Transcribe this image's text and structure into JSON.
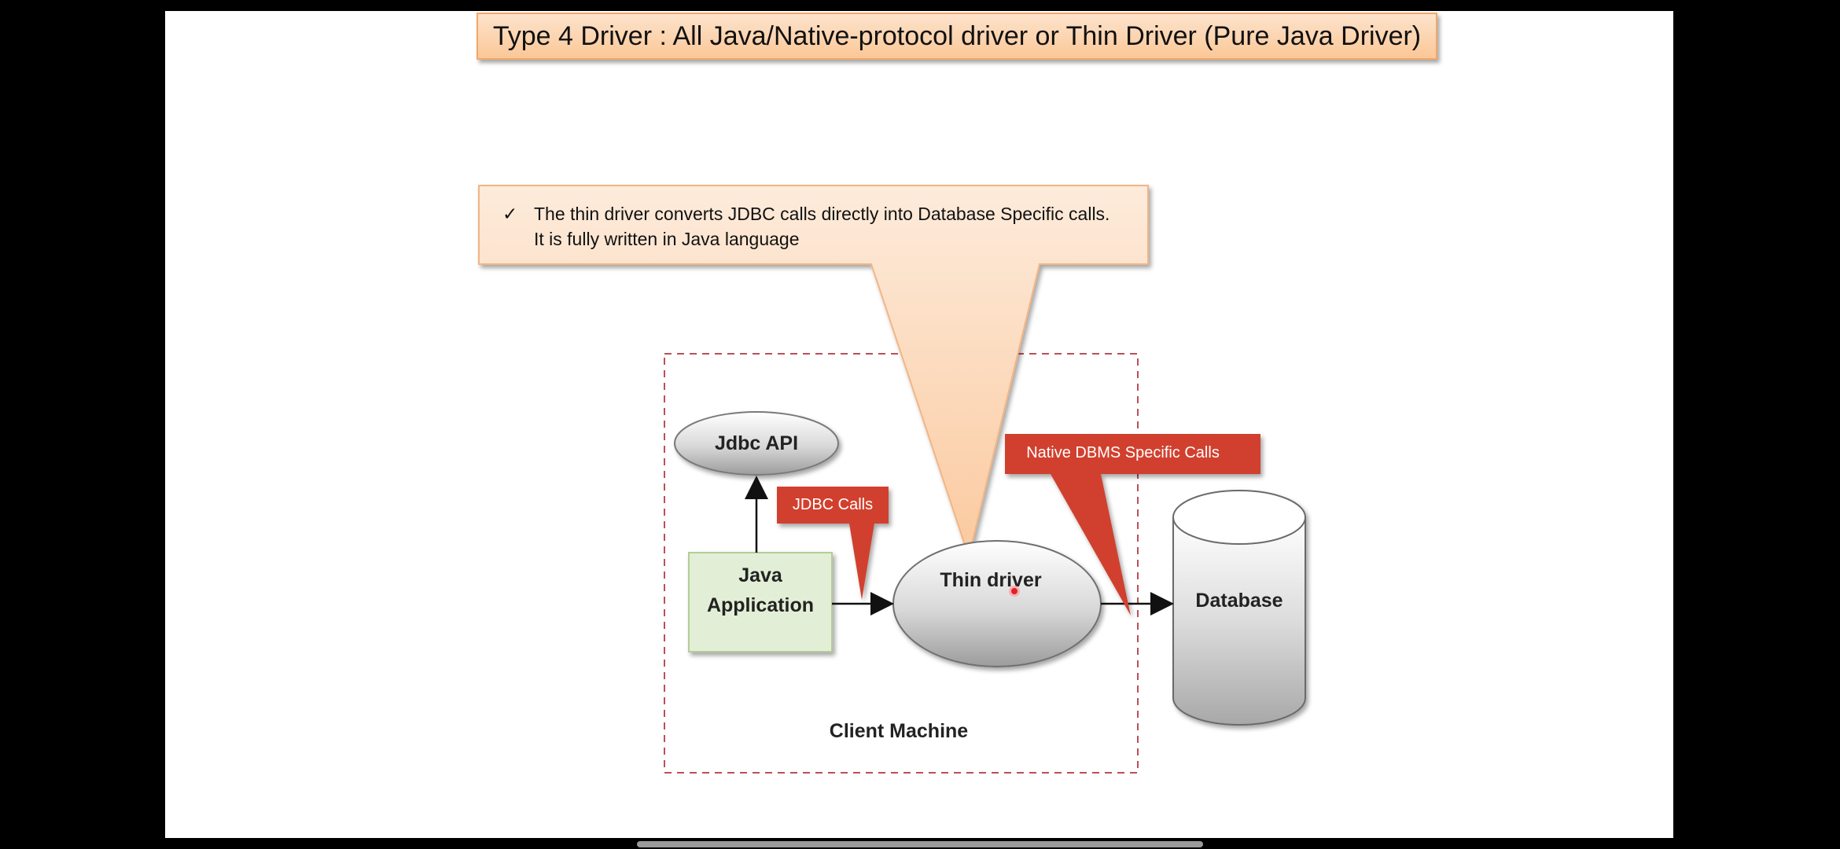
{
  "title": "Type 4 Driver : All Java/Native-protocol driver or Thin Driver (Pure Java Driver)",
  "note": {
    "check_glyph": "✓",
    "line1": "The thin driver converts JDBC calls  directly into Database  Specific calls.",
    "line2": "It is fully written in Java language"
  },
  "nodes": {
    "jdbc_api": "Jdbc API",
    "java_app_line1": "Java",
    "java_app_line2": "Application",
    "thin_driver": "Thin driver",
    "database": "Database",
    "client_machine": "Client Machine"
  },
  "callouts": {
    "jdbc_calls": "JDBC Calls",
    "native_calls": "Native DBMS Specific Calls"
  },
  "colors": {
    "title_fill": "#fbc797",
    "note_fill": "#fcd2ac",
    "callout_red": "#d1412f",
    "app_fill": "#e2efd6",
    "dashed_border": "#b8505a"
  }
}
